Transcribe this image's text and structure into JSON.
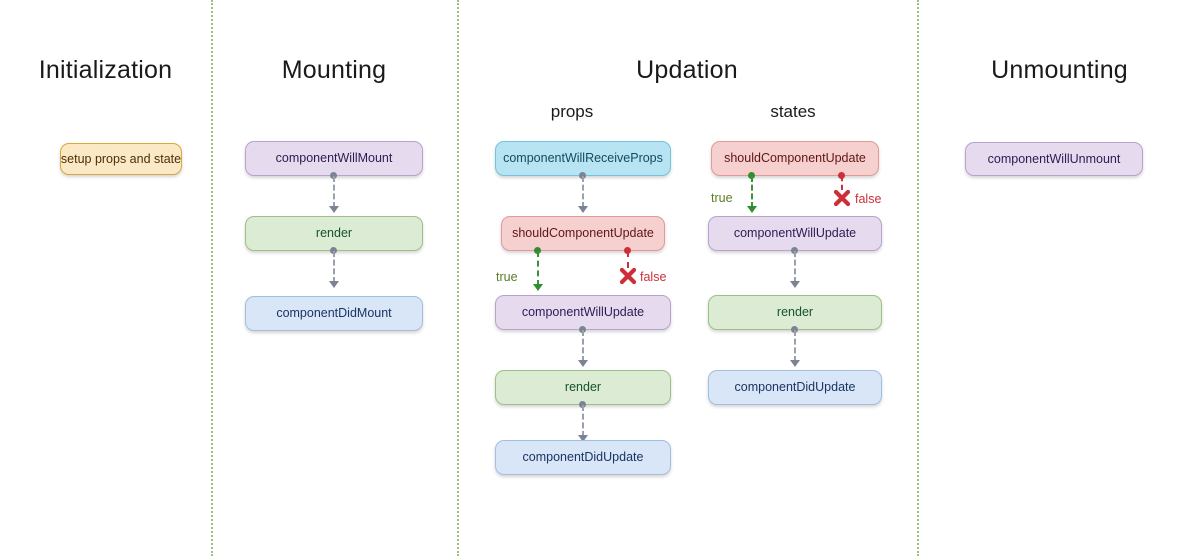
{
  "sections": [
    {
      "id": "initialization",
      "title": "Initialization"
    },
    {
      "id": "mounting",
      "title": "Mounting"
    },
    {
      "id": "updation",
      "title": "Updation"
    },
    {
      "id": "unmounting",
      "title": "Unmounting"
    }
  ],
  "subsections": [
    {
      "id": "props",
      "label": "props"
    },
    {
      "id": "states",
      "label": "states"
    }
  ],
  "initialization": {
    "nodes": [
      {
        "label": "setup props and state",
        "color": "cream"
      }
    ]
  },
  "mounting": {
    "nodes": [
      {
        "label": "componentWillMount",
        "color": "purple"
      },
      {
        "label": "render",
        "color": "green"
      },
      {
        "label": "componentDidMount",
        "color": "blue"
      }
    ]
  },
  "updation_props": {
    "nodes": [
      {
        "label": "componentWillReceiveProps",
        "color": "cyan"
      },
      {
        "label": "shouldComponentUpdate",
        "color": "red"
      },
      {
        "label": "componentWillUpdate",
        "color": "purple"
      },
      {
        "label": "render",
        "color": "green"
      },
      {
        "label": "componentDidUpdate",
        "color": "blue"
      }
    ],
    "branches": {
      "true_label": "true",
      "false_label": "false"
    }
  },
  "updation_states": {
    "nodes": [
      {
        "label": "shouldComponentUpdate",
        "color": "red"
      },
      {
        "label": "componentWillUpdate",
        "color": "purple"
      },
      {
        "label": "render",
        "color": "green"
      },
      {
        "label": "componentDidUpdate",
        "color": "blue"
      }
    ],
    "branches": {
      "true_label": "true",
      "false_label": "false"
    }
  },
  "unmounting": {
    "nodes": [
      {
        "label": "componentWillUnmount",
        "color": "purple"
      }
    ]
  },
  "colors": {
    "divider": "#8cb86a",
    "purple": "#e6dbee",
    "green": "#dcebd3",
    "blue": "#d8e6f8",
    "cyan": "#b6e4f2",
    "red": "#f6cfcf",
    "cream": "#fbe8c4",
    "true_branch": "#2f8f2f",
    "false_branch": "#cc2f38"
  }
}
